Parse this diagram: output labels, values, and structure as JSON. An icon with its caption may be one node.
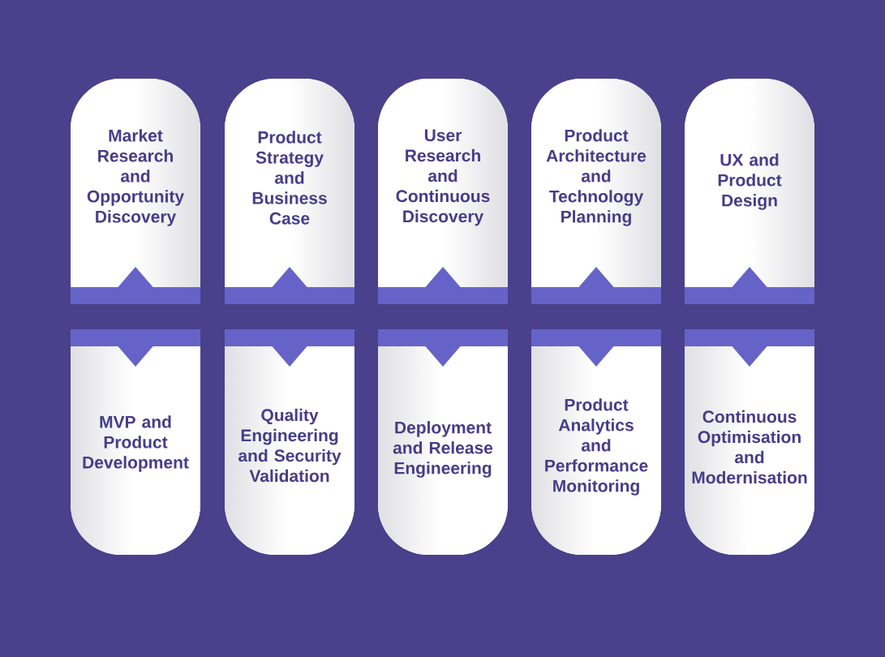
{
  "diagram": {
    "nodes": [
      {
        "text": [
          "Market Research and Opportunity Discovery"
        ]
      },
      {
        "text": [
          "Product Strategy and Business Case"
        ]
      },
      {
        "text": [
          "User Research and Continuous Discovery"
        ]
      },
      {
        "text": [
          "Product Architecture and Technology Planning"
        ]
      },
      {
        "text": [
          "UX and Product Design"
        ]
      },
      {
        "text": [
          "MVP and Product Development"
        ]
      },
      {
        "text": [
          "Quality Engineering and Security Validation"
        ]
      },
      {
        "text": [
          "Deployment and Release Engineering"
        ]
      },
      {
        "text": [
          "Product Analytics and Performance Monitoring"
        ]
      },
      {
        "text": [
          "Continuous Optimisation and Modernisation"
        ]
      }
    ]
  }
}
